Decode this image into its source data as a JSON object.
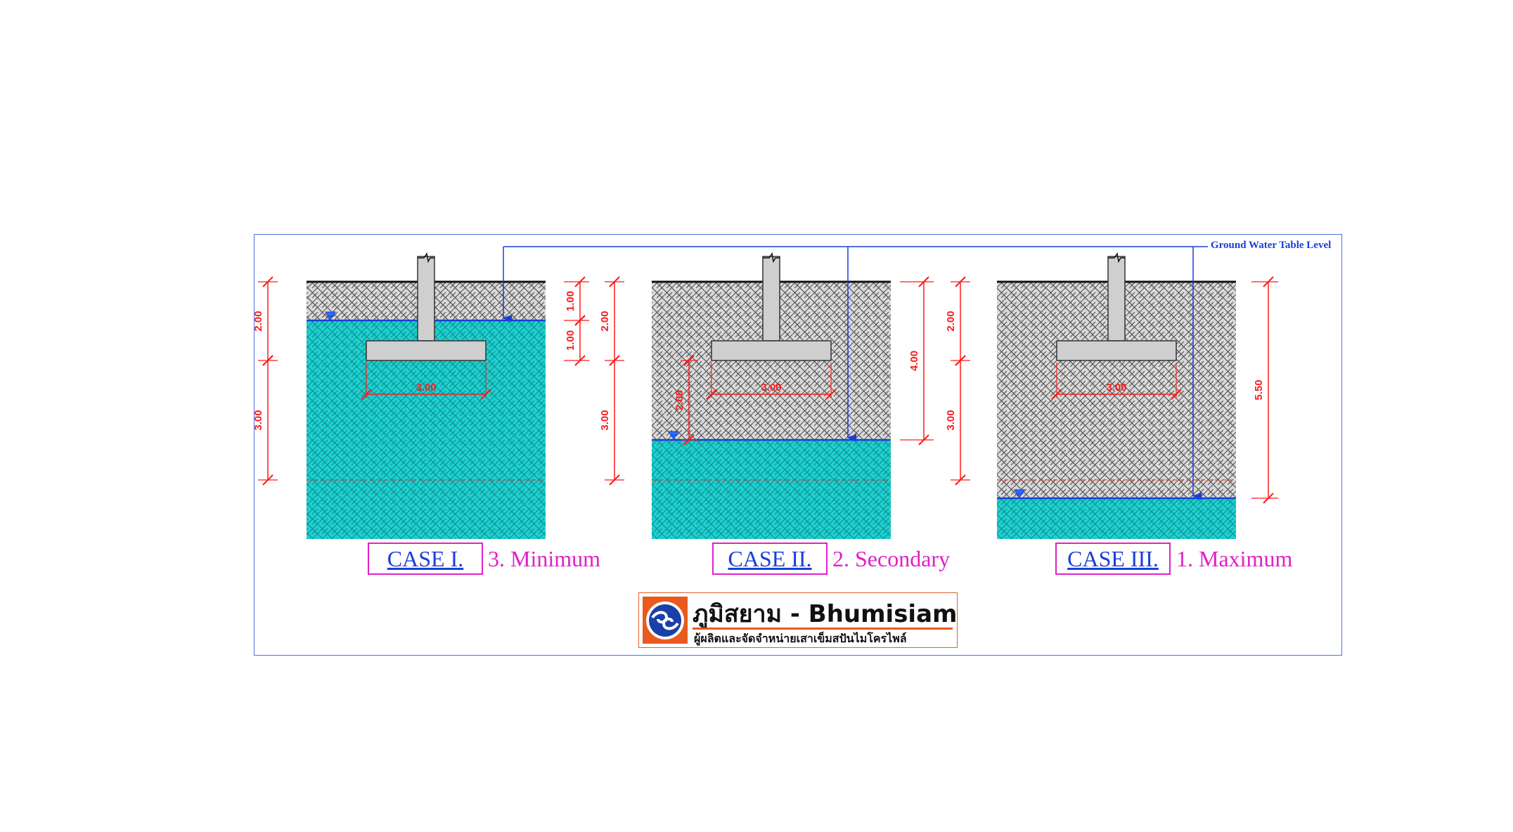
{
  "gwt_label": "Ground Water Table Level",
  "cases": [
    {
      "title": "CASE I.",
      "subtitle": "3. Minimum",
      "dims_left": [
        "2.00",
        "3.00"
      ],
      "dim_footing": "3.00",
      "dims_right": [
        "1.00",
        "1.00"
      ],
      "dim_inner": ""
    },
    {
      "title": "CASE II.",
      "subtitle": "2. Secondary",
      "dims_left": [
        "2.00",
        "3.00"
      ],
      "dim_footing": "3.00",
      "dims_right": [
        "4.00"
      ],
      "dim_inner": "2.00"
    },
    {
      "title": "CASE III.",
      "subtitle": "1. Maximum",
      "dims_left": [
        "2.00",
        "3.00"
      ],
      "dim_footing": "3.00",
      "dims_right": [
        "5.50"
      ],
      "dim_inner": ""
    }
  ],
  "logo": {
    "title": "ภูมิสยาม - Bhumisiam",
    "subtitle": "ผู้ผลิตและจัดจำหน่ายเสาเข็มสปันไมโครไพล์"
  },
  "colors": {
    "water": "#1fd0d0",
    "soil": "#d8d8d8",
    "concrete": "#cfcfcf",
    "dimension": "#ff1a1a",
    "water_line": "#1a3fd8",
    "frame": "#4f6fe0",
    "accent": "#e020c8"
  }
}
